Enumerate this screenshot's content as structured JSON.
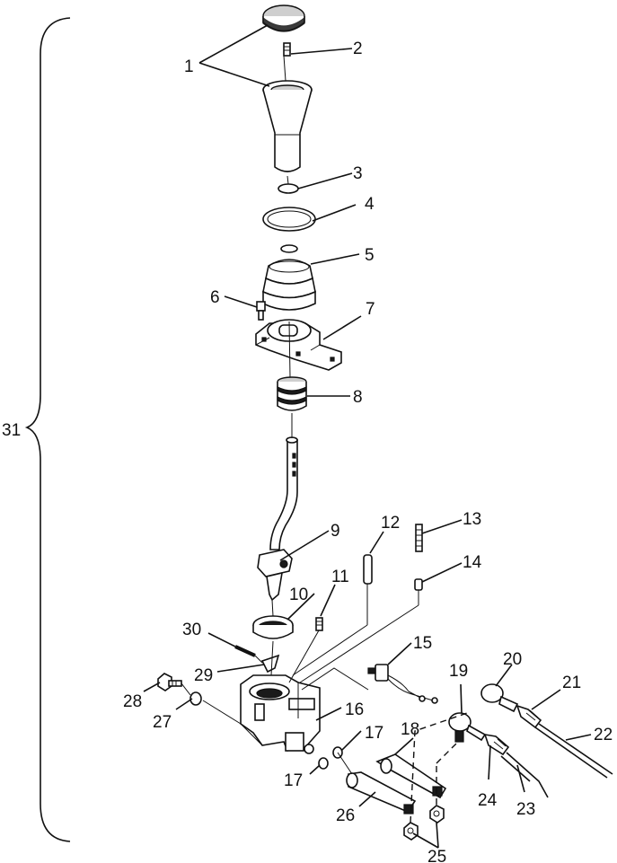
{
  "labels": {
    "n1": "1",
    "n2": "2",
    "n3": "3",
    "n4": "4",
    "n5": "5",
    "n6": "6",
    "n7": "7",
    "n8": "8",
    "n9": "9",
    "n10": "10",
    "n11": "11",
    "n12": "12",
    "n13": "13",
    "n14": "14",
    "n15": "15",
    "n16": "16",
    "n17a": "17",
    "n17b": "17",
    "n18": "18",
    "n19": "19",
    "n20": "20",
    "n21": "21",
    "n22": "22",
    "n23": "23",
    "n24": "24",
    "n25": "25",
    "n26": "26",
    "n27": "27",
    "n28": "28",
    "n29": "29",
    "n30": "30",
    "n31": "31"
  }
}
